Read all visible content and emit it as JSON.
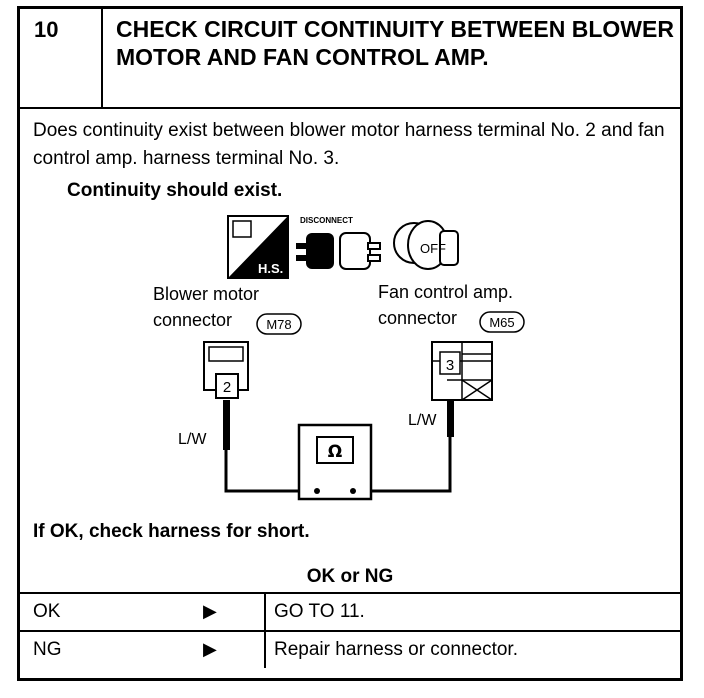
{
  "step": {
    "number": "10",
    "title": "CHECK CIRCUIT CONTINUITY BETWEEN BLOWER MOTOR AND FAN CONTROL AMP."
  },
  "question": "Does continuity exist between blower motor harness terminal No. 2 and fan control amp. harness terminal No. 3.",
  "criterion": "Continuity should exist.",
  "diagram": {
    "icons": {
      "hs_label": "H.S.",
      "disconnect_label": "DISCONNECT",
      "off_label": "OFF"
    },
    "blower": {
      "label1": "Blower motor",
      "label2": "connector",
      "code": "M78",
      "terminal": "2",
      "wire": "L/W"
    },
    "fanamp": {
      "label1": "Fan control amp.",
      "label2": "connector",
      "code": "M65",
      "terminal": "3",
      "wire": "L/W"
    },
    "meter_symbol": "Ω"
  },
  "note": "If OK, check harness for short.",
  "result_header": "OK or NG",
  "results": [
    {
      "key": "OK",
      "arrow": "▶",
      "action": "GO TO 11."
    },
    {
      "key": "NG",
      "arrow": "▶",
      "action": "Repair harness or connector."
    }
  ]
}
